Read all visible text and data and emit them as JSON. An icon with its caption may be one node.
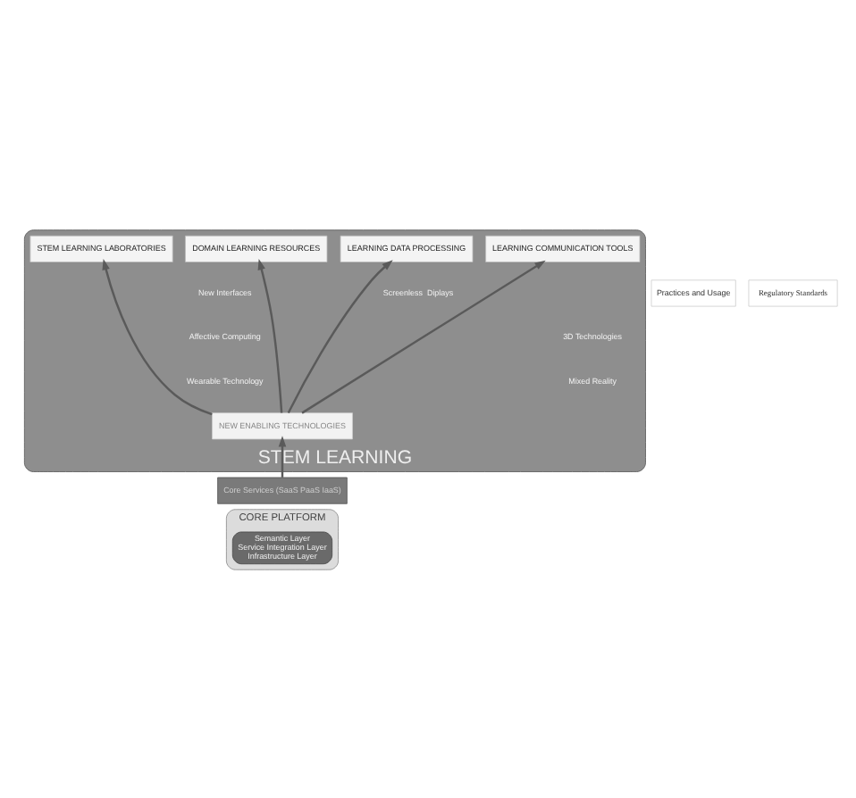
{
  "diagram": {
    "nodes": [
      {
        "text": [
          "STEM LEARNING"
        ]
      },
      {
        "text": [
          "STEM LEARNING LABORATORIES"
        ],
        "in": 0
      },
      {
        "text": [
          "LEARNING DATA PROCESSING"
        ],
        "in": 0
      },
      {
        "text": [
          "DOMAIN LEARNING RESOURCES"
        ],
        "in": 0
      },
      {
        "text": [
          "LEARNING COMMUNICATION TOOLS"
        ],
        "in": 0
      },
      {
        "text": [
          "Practices and Usage"
        ]
      },
      {
        "text": [
          "Regulatory Standards"
        ]
      },
      {
        "text": [
          "NEW ENABLING TECHNOLOGIES"
        ],
        "in": 0
      },
      {
        "text": [
          "Core Services (SaaS PaaS IaaS)"
        ]
      },
      {
        "text": [
          "CORE PLATFORM"
        ]
      },
      {
        "text": [
          "Semantic Layer",
          "Service Integration Layer",
          "Infrastructure Layer"
        ],
        "in": 9
      }
    ],
    "edges": [
      {
        "from": 7,
        "to": 3,
        "arrow": "to"
      },
      {
        "from": 7,
        "to": 1,
        "arrow": "to"
      },
      {
        "from": 7,
        "to": 2,
        "arrow": "to"
      },
      {
        "from": 7,
        "to": 4,
        "arrow": "to"
      },
      {
        "from": 8,
        "to": 7,
        "arrow": "to"
      }
    ],
    "labels": [
      "New Interfaces",
      "Screenless  Diplays",
      "Affective Computing",
      "3D Technologies",
      "Wearable Technology",
      "Mixed Reality"
    ]
  }
}
